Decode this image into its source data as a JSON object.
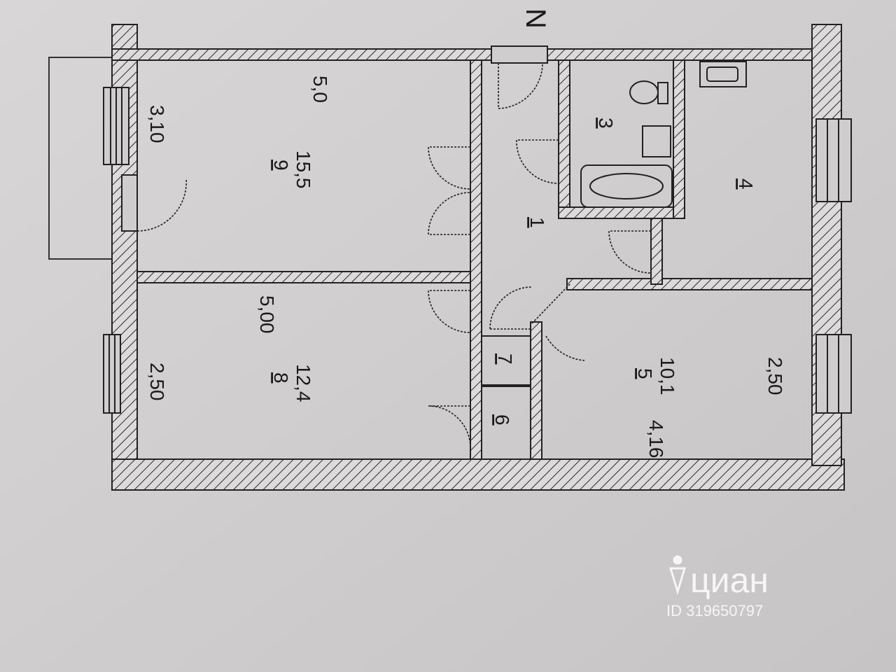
{
  "compass": "N",
  "rooms": [
    {
      "id": "room-1",
      "number": "1"
    },
    {
      "id": "room-3",
      "number": "3"
    },
    {
      "id": "room-4",
      "number": "4"
    },
    {
      "id": "room-5",
      "number": "5",
      "area": "10,1"
    },
    {
      "id": "room-6",
      "number": "6"
    },
    {
      "id": "room-7",
      "number": "7"
    },
    {
      "id": "room-8",
      "number": "8",
      "area": "12,4"
    },
    {
      "id": "room-9",
      "number": "9",
      "area": "15,5"
    }
  ],
  "dimensions": {
    "room9_length": "5,0",
    "room9_width": "3,10",
    "room8_length": "5,00",
    "room8_width": "2,50",
    "room5_length": "4,16",
    "room5_width": "2,50"
  },
  "watermark": {
    "brand": "циан",
    "id_text": "ID 319650797"
  }
}
